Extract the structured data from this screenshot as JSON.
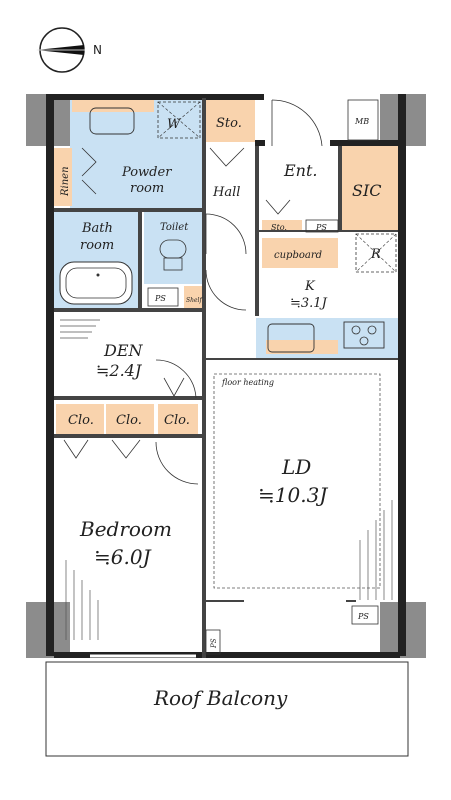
{
  "compass": {
    "label": "N",
    "icon": "north-arrow-icon"
  },
  "rooms": {
    "w": "W",
    "sto_top": "Sto.",
    "mb": "MB",
    "rinen": "Rinen",
    "powder_1": "Powder",
    "powder_2": "room",
    "hall": "Hall",
    "ent": "Ent.",
    "sic": "SIC",
    "bath_1": "Bath",
    "bath_2": "room",
    "toilet": "Toilet",
    "sto_small": "Sto.",
    "ps_ent": "PS",
    "cupboard": "cupboard",
    "r": "R",
    "ps_bath": "PS",
    "shelf": "Shelf",
    "k_name": "K",
    "k_size": "≒3.1J",
    "den_name": "DEN",
    "den_size": "≒2.4J",
    "floor_heating": "floor heating",
    "clo_1": "Clo.",
    "clo_2": "Clo.",
    "clo_3": "Clo.",
    "ld_name": "LD",
    "ld_size": "≒10.3J",
    "bedroom_name": "Bedroom",
    "bedroom_size": "≒6.0J",
    "ps_ld": "PS",
    "ps_bottom": "PS",
    "roof_balcony": "Roof Balcony"
  },
  "colors": {
    "storage": "#f9d3ad",
    "wet_area": "#c9e1f3",
    "pillar": "#8c8c8c",
    "wall": "#222222"
  }
}
